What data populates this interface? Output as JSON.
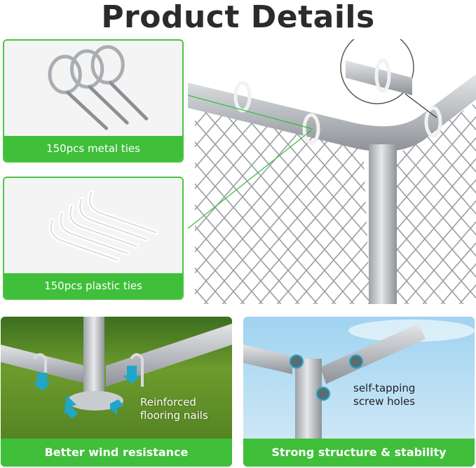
{
  "header": {
    "title": "Product Details"
  },
  "accessories": [
    {
      "label": "150pcs metal ties",
      "icon": "metal-ties-icon"
    },
    {
      "label": "150pcs plastic ties",
      "icon": "plastic-ties-icon"
    }
  ],
  "features": [
    {
      "label": "Better wind resistance",
      "callout": "Reinforced flooring nails"
    },
    {
      "label": "Strong structure & stability",
      "callout": "self-tapping screw holes"
    }
  ],
  "colors": {
    "accent": "#3fbf3a",
    "border": "#4cc440",
    "title": "#2b2b2b",
    "arrow": "#1fa7c9"
  }
}
